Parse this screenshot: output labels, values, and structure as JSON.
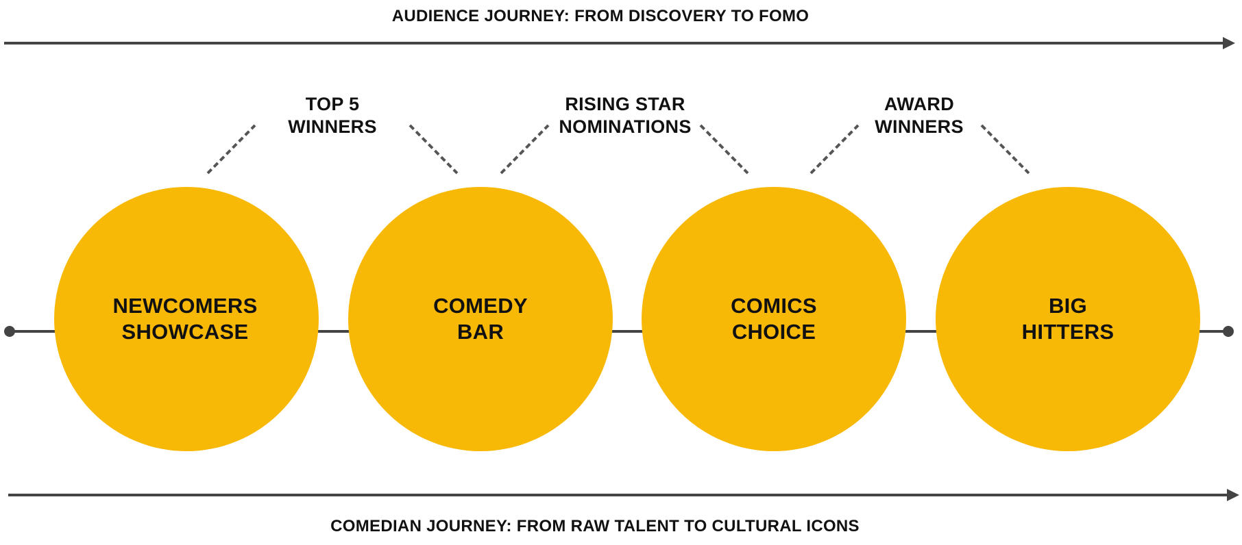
{
  "top_banner": "AUDIENCE JOURNEY: FROM DISCOVERY TO FOMO",
  "bottom_banner": "COMEDIAN JOURNEY: FROM RAW TALENT TO CULTURAL ICONS",
  "stages": [
    {
      "line1": "NEWCOMERS",
      "line2": "SHOWCASE"
    },
    {
      "line1": "COMEDY",
      "line2": "BAR"
    },
    {
      "line1": "COMICS",
      "line2": "CHOICE"
    },
    {
      "line1": "BIG",
      "line2": "HITTERS"
    }
  ],
  "milestones": [
    {
      "line1": "TOP 5",
      "line2": "WINNERS"
    },
    {
      "line1": "RISING STAR",
      "line2": "NOMINATIONS"
    },
    {
      "line1": "AWARD",
      "line2": "WINNERS"
    }
  ],
  "colors": {
    "circle_fill": "#F8B806",
    "line": "#444444",
    "text": "#111111"
  }
}
